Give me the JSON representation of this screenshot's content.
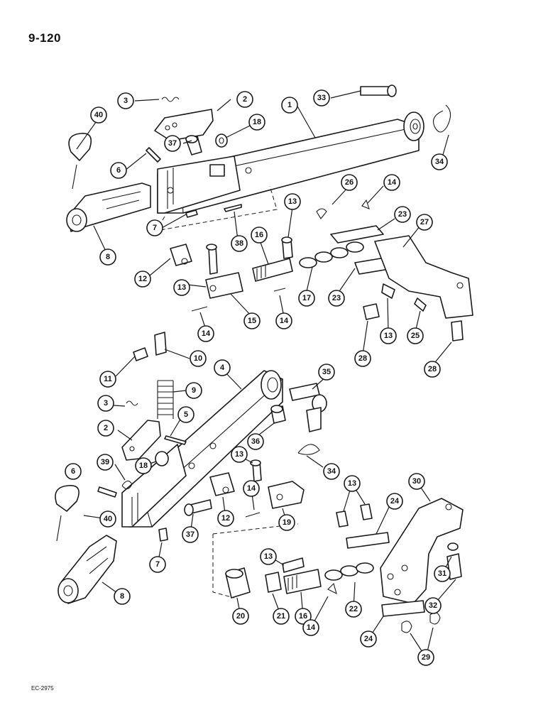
{
  "page": {
    "number": "9-120",
    "drawing_code": "EC-2975"
  },
  "callouts": {
    "c1": "1",
    "c2_top": "2",
    "c3_top": "3",
    "c33": "33",
    "c40_top": "40",
    "c18_top": "18",
    "c37_top": "37",
    "c6_top": "6",
    "c34_top": "34",
    "c26": "26",
    "c14_a": "14",
    "c13_a": "13",
    "c7_top": "7",
    "c38": "38",
    "c8_top": "8",
    "c23_a": "23",
    "c27": "27",
    "c16_top": "16",
    "c12_top": "12",
    "c13_b": "13",
    "c17": "17",
    "c23_b": "23",
    "c15": "15",
    "c14_b": "14",
    "c14_c": "14",
    "c13_c": "13",
    "c25": "25",
    "c28_a": "28",
    "c28_b": "28",
    "c10": "10",
    "c11": "11",
    "c4": "4",
    "c35": "35",
    "c9": "9",
    "c3_bot": "3",
    "c5": "5",
    "c2_bot": "2",
    "c36": "36",
    "c13_d": "13",
    "c34_bot": "34",
    "c39": "39",
    "c6_bot": "6",
    "c18_bot": "18",
    "c14_d": "14",
    "c13_e": "13",
    "c30": "30",
    "c40_bot": "40",
    "c12_bot": "12",
    "c19": "19",
    "c24_a": "24",
    "c37_bot": "37",
    "c7_bot": "7",
    "c13_f": "13",
    "c31": "31",
    "c8_bot": "8",
    "c20": "20",
    "c21": "21",
    "c16_bot": "16",
    "c22": "22",
    "c32": "32",
    "c14_e": "14",
    "c24_b": "24",
    "c29": "29"
  }
}
